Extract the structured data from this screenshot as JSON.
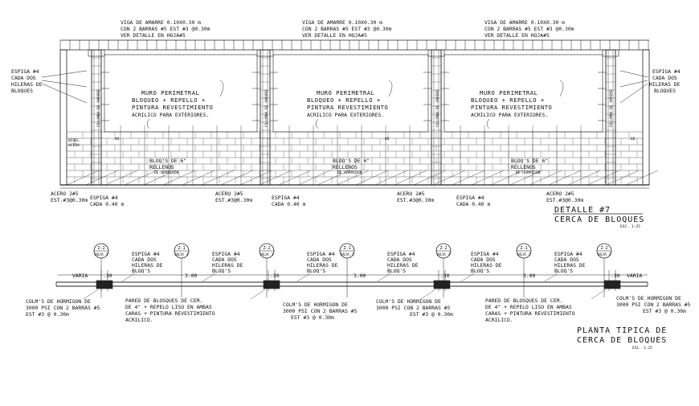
{
  "elevation": {
    "viga_notes": [
      [
        "VIGA DE AMARRE 0.10X0.30 m",
        "CON 2 BARRAS #5 EST #3 @0.30m",
        "VER DETALLE EN HOJA#5"
      ],
      [
        "VIGA DE AMARRE 0.10X0.30 m",
        "CON 2 BARRAS #5 EST #3 @0.30m",
        "VER DETALLE EN HOJA#5"
      ],
      [
        "VIGA DE AMARRE 0.10X0.30 m",
        "CON 2 BARRAS #5 EST #3 @0.30m",
        "VER DETALLE EN HOJA#5"
      ]
    ],
    "espiga_left": [
      "ESPIGA #4",
      "CADA DOS",
      "HILERAS DE",
      "BLOQUES"
    ],
    "espiga_right": [
      "ESPIGA #4",
      "CADA DOS",
      "HILERAS DE",
      "BLOQUES"
    ],
    "muro_note": [
      "MURO PERIMETRAL",
      "BLOQUEO + REPELLO +",
      "PINTURA REVESTIMIENTO",
      "ACRILICO PARA EXTERIORES."
    ],
    "column_label": "COLUMNA DE AMARRE",
    "dim_40": ".40",
    "nivel_acera": [
      "NIVEL",
      "ACERA"
    ],
    "bloques_note": [
      "BLOQ'S DE 6\"",
      "RELLENOS",
      "DE HORMIGON"
    ],
    "acero_note": [
      "ACERO 2#5",
      "EST.#3@0.30m"
    ],
    "espiga_cada": [
      "ESPIGA #4",
      "CADA 0.40 m"
    ],
    "detalle_title": [
      "DETALLE #7",
      "CERCA DE BLOQUES"
    ],
    "detalle_scale": "ESC. 1:25"
  },
  "plan": {
    "markers": [
      {
        "top": "Z-2",
        "bottom": "HOJA 3"
      },
      {
        "top": "Z-1",
        "bottom": "HOJA 3"
      },
      {
        "top": "Z-2",
        "bottom": "HOJA 3"
      },
      {
        "top": "Z-1",
        "bottom": "HOJA 3"
      },
      {
        "top": "Z-2",
        "bottom": "HOJA 3"
      },
      {
        "top": "Z-1",
        "bottom": "HOJA 3"
      },
      {
        "top": "Z-2",
        "bottom": "HOJA 3"
      }
    ],
    "espiga_blocks": [
      "ESPIGA #4",
      "CADA DOS",
      "HILERAS DE",
      "BLOQ'S"
    ],
    "dims": {
      "varia": "VARIA",
      "d30": ".30",
      "d300": "3.00"
    },
    "colm_note": [
      "COLM'S DE HORMIGON DE",
      "3000 PSI CON 2 BARRAS #5",
      "EST #3 @ 0.30m"
    ],
    "pared_note": [
      "PARED DE BLOSQUES DE CEM.",
      "DE 4\" + REPELO LISO EN AMBAS",
      "CARAS + PINTURA REVESTIMIENTO",
      "ACRILICO."
    ],
    "title": [
      "PLANTA TIPICA DE",
      "CERCA DE BLOQUES"
    ],
    "scale": "ESC. 1:25"
  }
}
